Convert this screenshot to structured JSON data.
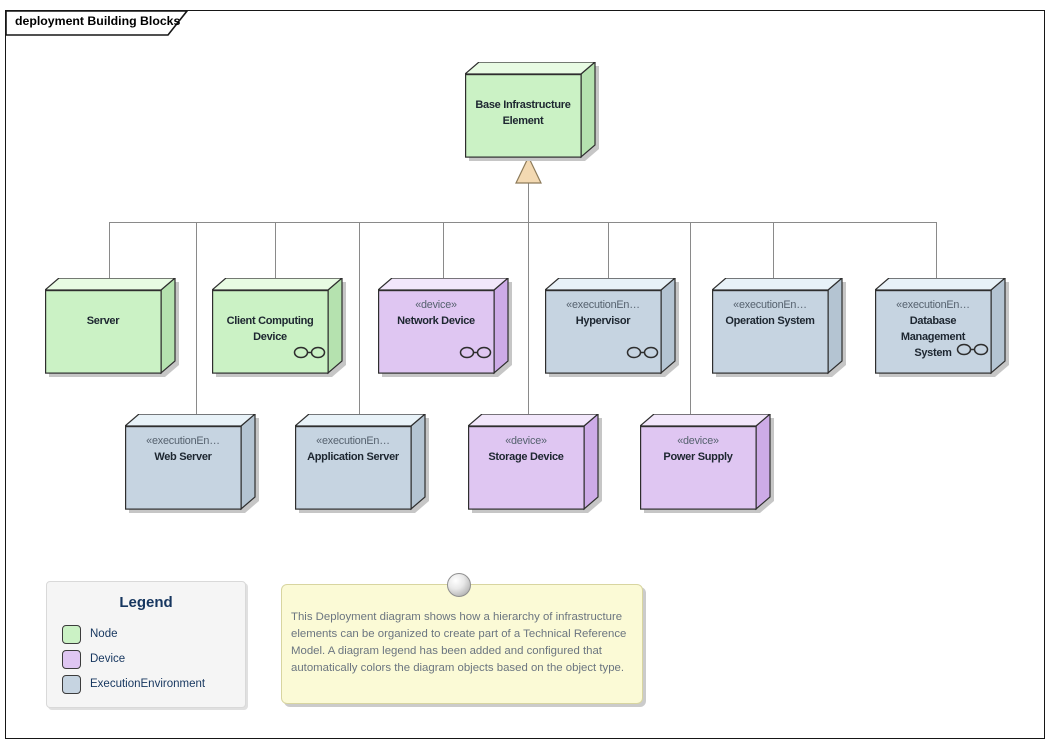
{
  "frame": {
    "title": "deployment Building Blocks"
  },
  "nodes": [
    {
      "id": "base-infrastructure-element",
      "stereotype": "",
      "name": "Base Infrastructure\nElement",
      "type": "node",
      "composite": false
    },
    {
      "id": "server",
      "stereotype": "",
      "name": "Server",
      "type": "node",
      "composite": false
    },
    {
      "id": "client-computing-device",
      "stereotype": "",
      "name": "Client Computing\nDevice",
      "type": "node",
      "composite": true
    },
    {
      "id": "network-device",
      "stereotype": "«device»",
      "name": "Network Device",
      "type": "device",
      "composite": true
    },
    {
      "id": "hypervisor",
      "stereotype": "«executionEn…",
      "name": "Hypervisor",
      "type": "execution-environment",
      "composite": true
    },
    {
      "id": "operation-system",
      "stereotype": "«executionEn…",
      "name": "Operation System",
      "type": "execution-environment",
      "composite": false
    },
    {
      "id": "database-management-system",
      "stereotype": "«executionEn…",
      "name": "Database\nManagement\nSystem",
      "type": "execution-environment",
      "composite": true
    },
    {
      "id": "web-server",
      "stereotype": "«executionEn…",
      "name": "Web Server",
      "type": "execution-environment",
      "composite": false
    },
    {
      "id": "application-server",
      "stereotype": "«executionEn…",
      "name": "Application Server",
      "type": "execution-environment",
      "composite": false
    },
    {
      "id": "storage-device",
      "stereotype": "«device»",
      "name": "Storage Device",
      "type": "device",
      "composite": false
    },
    {
      "id": "power-supply",
      "stereotype": "«device»",
      "name": "Power Supply",
      "type": "device",
      "composite": false
    }
  ],
  "legend": {
    "title": "Legend",
    "items": [
      {
        "label": "Node",
        "color": "#cbf2c5"
      },
      {
        "label": "Device",
        "color": "#dfc6f2"
      },
      {
        "label": "ExecutionEnvironment",
        "color": "#c6d4e1"
      }
    ]
  },
  "note": {
    "text": "This Deployment diagram shows how a hierarchy of infrastructure elements can be organized to create part of a Technical Reference Model. A diagram legend has been added and configured that automatically colors the diagram objects based on the object type."
  },
  "colors": {
    "node-front": "#cbf2c5",
    "node-top": "#e8fbe3",
    "node-side": "#b5e2af",
    "device-front": "#dfc6f2",
    "device-top": "#f2e7fb",
    "device-side": "#cdabe7",
    "exec-front": "#c6d4e1",
    "exec-top": "#e8f2f8",
    "exec-side": "#b4c4d2",
    "connector-color": "#8a8a8a",
    "arrow-fill": "#f3d9b2",
    "arrow-stroke": "#8d7b5a",
    "note-bg": "#fbfad6",
    "note-border": "#d8d5a0",
    "note-text": "#6b7580",
    "legend-bg": "#f5f5f5",
    "legend-border": "#d9d9d9",
    "legend-text": "#16365f",
    "stereotype-text": "#55616e",
    "name-text": "#1d2630"
  }
}
